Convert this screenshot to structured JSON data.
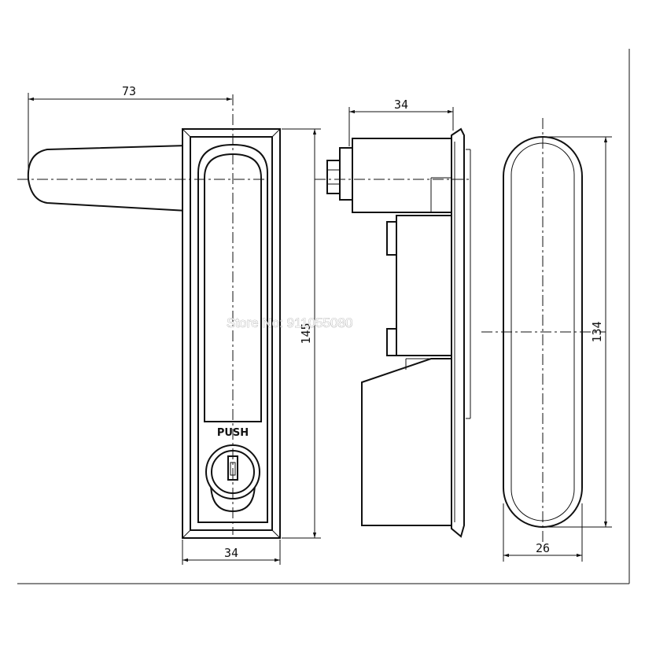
{
  "drawing": {
    "front_view": {
      "handle_length_dim": "73",
      "height_dim": "145",
      "width_dim": "34",
      "push_label": "PUSH"
    },
    "side_view": {
      "depth_dim": "34"
    },
    "back_view": {
      "height_dim": "134",
      "width_dim": "26"
    },
    "watermark": "Store No: 911055080"
  }
}
